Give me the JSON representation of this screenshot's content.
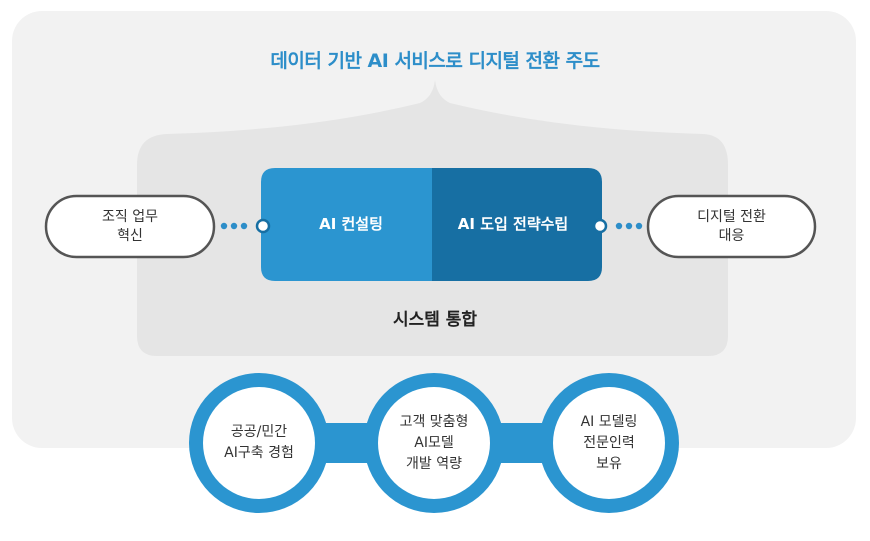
{
  "title": "데이터 기반 AI 서비스로 디지털 전환 주도",
  "left_pill": "조직 업무\n혁신",
  "right_pill": "디지털 전환\n대응",
  "center_left": "AI 컨설팅",
  "center_right": "AI 도입 전략수립",
  "integration": "시스템 통합",
  "circles": [
    "공공/민간\nAI구축 경험",
    "고객 맞춤형\nAI모델\n개발 역량",
    "AI 모델링\n전문인력\n보유"
  ],
  "colors": {
    "accent_blue": "#2d8ec9",
    "box_left": "#2b95d0",
    "box_right": "#176fa3",
    "panel_outer": "#f2f2f2",
    "panel_inner": "#e5e5e5"
  }
}
